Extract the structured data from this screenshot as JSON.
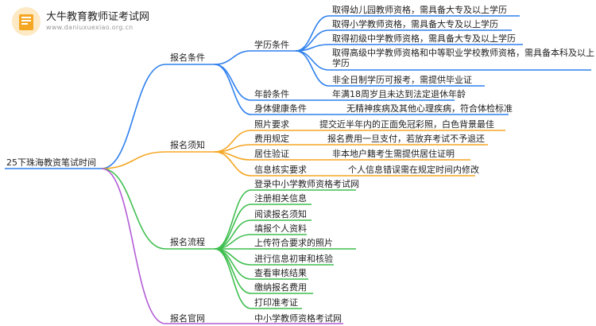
{
  "header": {
    "brand": "大牛教育教师证考试网",
    "url": "www.daniuxuexiao.org.cn"
  },
  "colors": {
    "blue": "#2f80ed",
    "orange": "#f5a623",
    "green": "#3fbf4f",
    "purple": "#b35cd6"
  },
  "root": "25下珠海教资笔试时间",
  "branches": {
    "b1": {
      "label": "报名条件",
      "education": {
        "label": "学历条件",
        "items": [
          "取得幼儿园教师资格，需具备大专及以上学历",
          "取得小学教师资格，需具备大专及以上学历",
          "取得初级中学教师资格，需具备大专及以上学历",
          "取得高级中学教师资格和中等职业学校教师资格，需具备本科及以上学历",
          "非全日制学历可报考，需提供毕业证"
        ]
      },
      "age": {
        "label": "年龄条件",
        "value": "年满18周岁且未达到法定退休年龄"
      },
      "health": {
        "label": "身体健康条件",
        "value": "无精神疾病及其他心理疾病，符合体检标准"
      }
    },
    "b2": {
      "label": "报名须知",
      "rows": [
        {
          "label": "照片要求",
          "value": "提交近半年内的正面免冠彩照，白色背景最佳"
        },
        {
          "label": "费用规定",
          "value": "报名费用一旦支付，若放弃考试不予退还"
        },
        {
          "label": "居住验证",
          "value": "非本地户籍考生需提供居住证明"
        },
        {
          "label": "信息核实要求",
          "value": "个人信息错误需在规定时间内修改"
        }
      ]
    },
    "b3": {
      "label": "报名流程",
      "steps": [
        "登录中小学教师资格考试网",
        "注册相关信息",
        "阅读报名须知",
        "填报个人资料",
        "上传符合要求的照片",
        "进行信息初审和核验",
        "查看审核结果",
        "缴纳报名费用",
        "打印准考证"
      ]
    },
    "b4": {
      "label": "报名官网",
      "value": "中小学教师资格考试网"
    }
  }
}
